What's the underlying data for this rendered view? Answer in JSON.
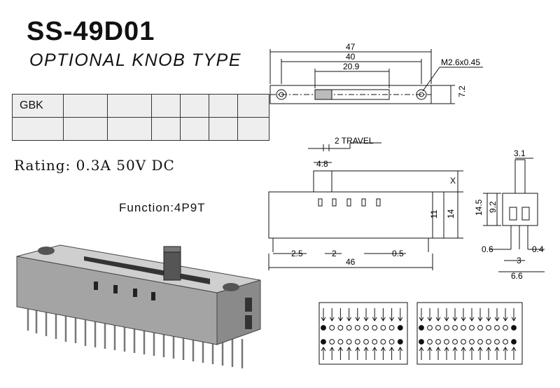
{
  "title": "SS-49D01",
  "subtitle": "OPTIONAL KNOB TYPE",
  "table": {
    "row1_label": "GBK",
    "columns": 6
  },
  "rating": "Rating: 0.3A  50V  DC",
  "function": "Function:4P9T",
  "top_view": {
    "dim_47": "47",
    "dim_40": "40",
    "dim_20_9": "20.9",
    "dim_7_2": "7.2",
    "screw": "M2.6x0.45"
  },
  "front_view": {
    "travel": "2  TRAVEL",
    "dim_4_8": "4.8",
    "dim_x": "X",
    "dim_11": "11",
    "dim_14": "14",
    "dim_2_5": "2.5",
    "dim_2": "2",
    "dim_0_5": "0.5",
    "dim_46": "46"
  },
  "side_view": {
    "dim_3_1": "3.1",
    "dim_14_5": "14.5",
    "dim_9_2": "9.2",
    "dim_0_6": "0.6",
    "dim_0_4": "0.4",
    "dim_3": "3",
    "dim_6_6": "6.6"
  },
  "colors": {
    "line": "#111111",
    "table_fill": "#eeeeee",
    "body_gray": "#9a9a9a"
  }
}
